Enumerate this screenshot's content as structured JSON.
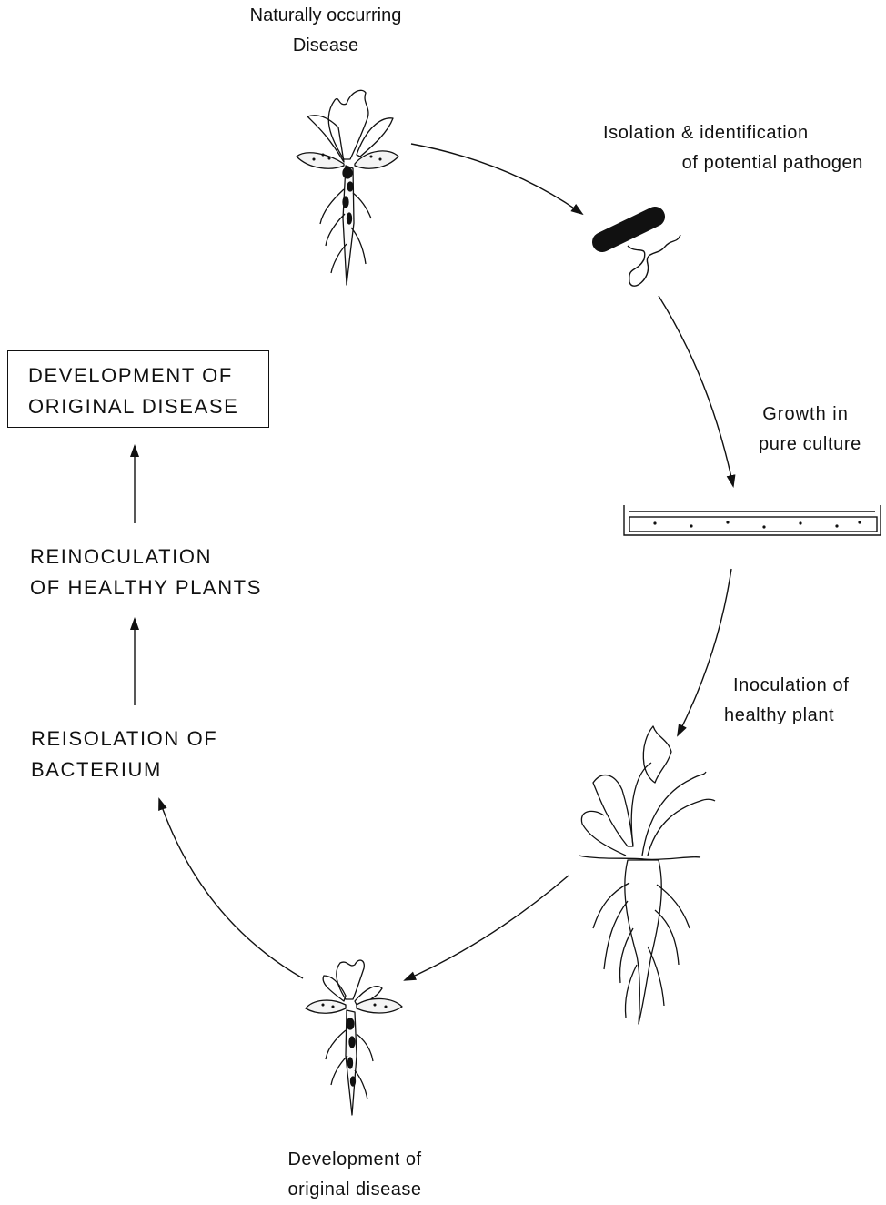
{
  "steps": {
    "natural_disease": [
      "Naturally occurring",
      "Disease"
    ],
    "isolation": [
      "Isolation & identification",
      "of potential pathogen"
    ],
    "growth": [
      "Growth in",
      "pure culture"
    ],
    "inoculation": [
      "Inoculation of",
      "healthy plant"
    ],
    "development": [
      "Development of",
      "original disease"
    ]
  },
  "left_column": {
    "box": [
      "DEVELOPMENT OF",
      "ORIGINAL DISEASE"
    ],
    "reinoculation": [
      "REINOCULATION",
      "OF HEALTHY PLANTS"
    ],
    "reisolation": [
      "REISOLATION OF",
      "BACTERIUM"
    ]
  },
  "icons": [
    "diseased-plant-icon",
    "bacterium-icon",
    "petri-dish-icon",
    "healthy-plant-icon",
    "diseased-plant-small-icon"
  ],
  "colors": {
    "ink": "#111111",
    "background": "#ffffff"
  }
}
